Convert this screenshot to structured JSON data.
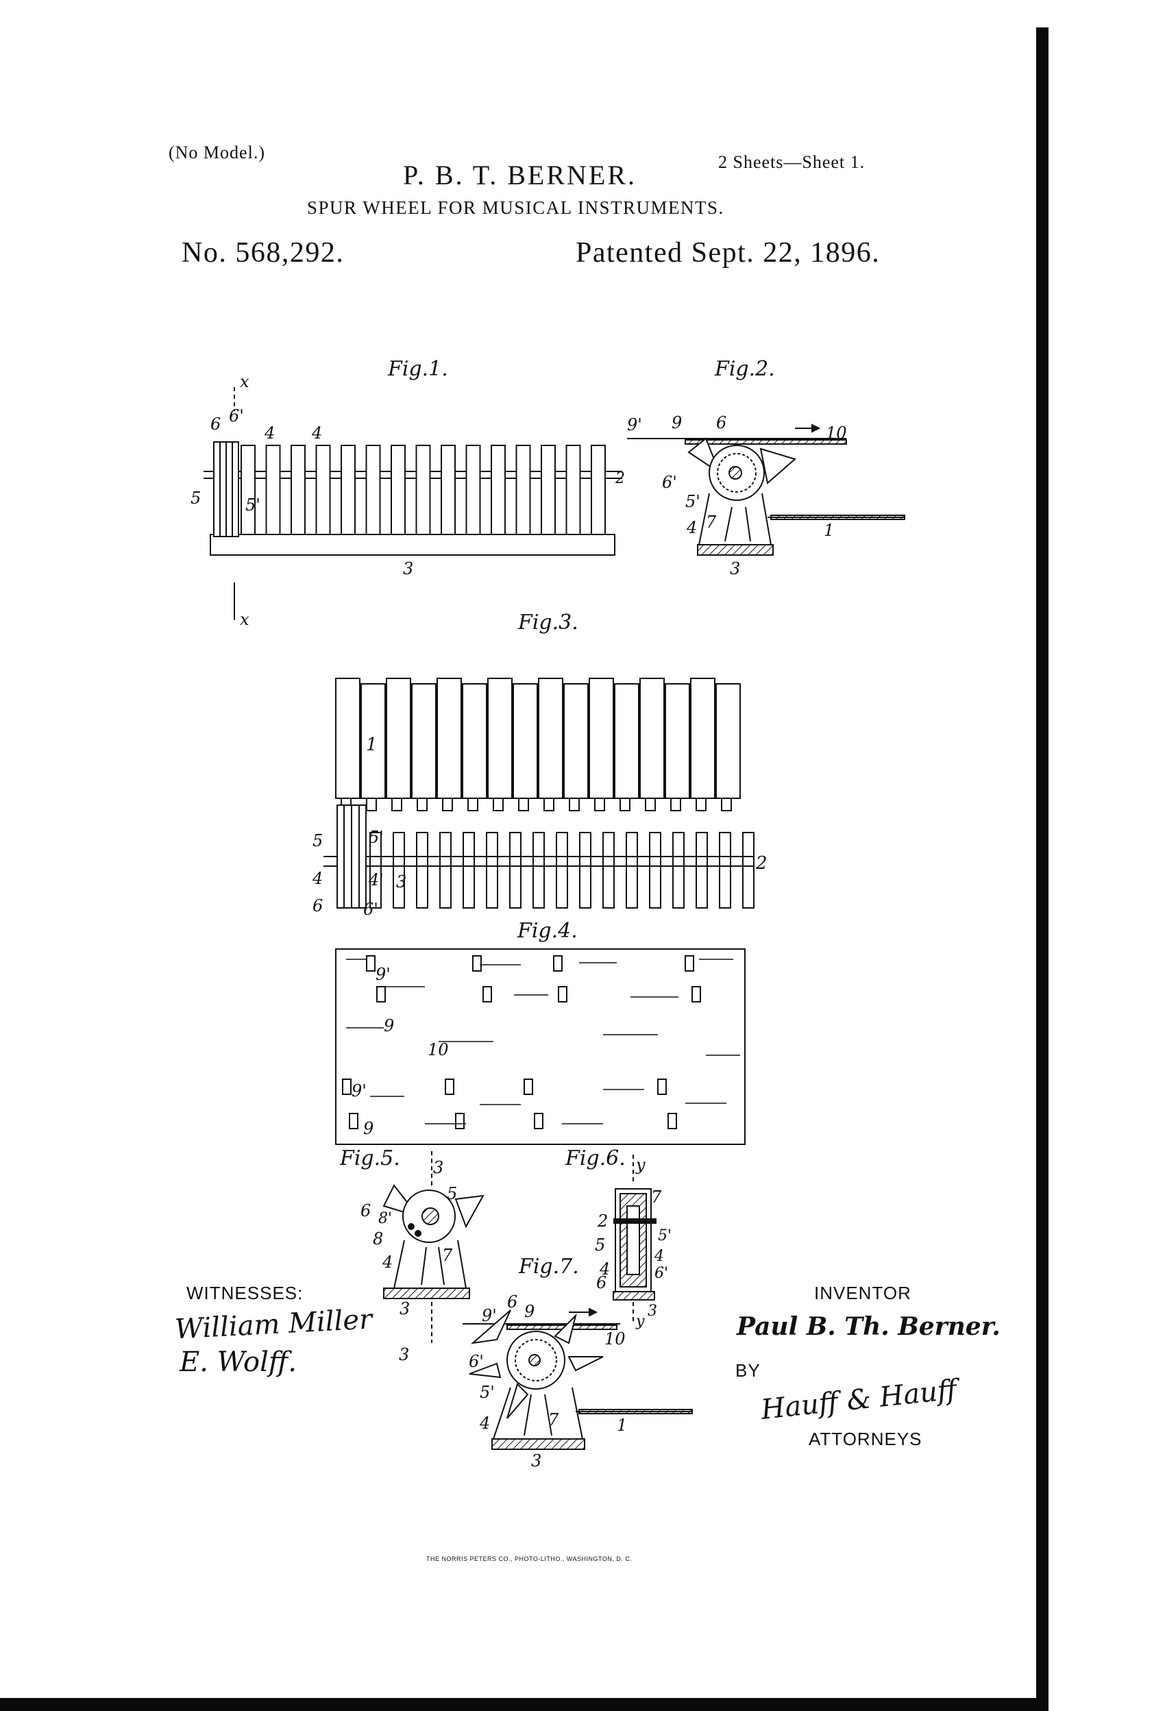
{
  "header": {
    "model_note": "(No Model.)",
    "sheets": "2 Sheets—Sheet 1.",
    "inventor_name": "P. B. T. BERNER.",
    "title": "SPUR WHEEL FOR MUSICAL INSTRUMENTS.",
    "patent_number": "No. 568,292.",
    "patent_date": "Patented Sept. 22, 1896."
  },
  "figures": {
    "fig1": "Fig.1.",
    "fig2": "Fig.2.",
    "fig3": "Fig.3.",
    "fig4": "Fig.4.",
    "fig5": "Fig.5.",
    "fig6": "Fig.6.",
    "fig7": "Fig.7."
  },
  "reference_labels": {
    "x": "x",
    "y": "y",
    "n1": "1",
    "n2": "2",
    "n3": "3",
    "n4": "4",
    "n4p": "4'",
    "n5": "5",
    "n5p": "5'",
    "n6": "6",
    "n6p": "6'",
    "n7": "7",
    "n8": "8",
    "n8p": "8'",
    "n9": "9",
    "n9p": "9'",
    "n10": "10"
  },
  "signature_block": {
    "witnesses_label": "WITNESSES:",
    "witness_1": "William Miller",
    "witness_2": "E. Wolff.",
    "inventor_label": "INVENTOR",
    "inventor_signature": "Paul B. Th. Berner.",
    "by_label": "BY",
    "attorneys_signature": "Hauff & Hauff",
    "attorneys_label": "ATTORNEYS"
  },
  "printer_credit": "THE NORRIS PETERS CO., PHOTO-LITHO., WASHINGTON, D. C."
}
